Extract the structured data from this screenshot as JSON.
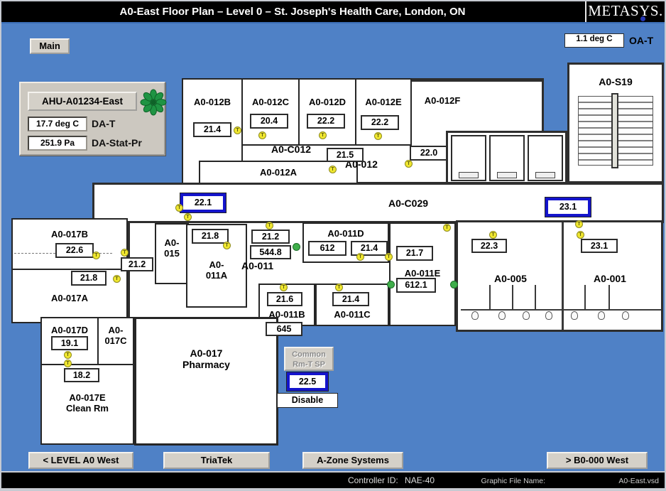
{
  "titlebar": {
    "title": "A0-East Floor Plan – Level 0 – St. Joseph's Health Care, London, ON",
    "logo": "METASYS."
  },
  "toolbar": {
    "main_button": "Main"
  },
  "outdoor": {
    "value": "1.1 deg C",
    "label": "OA-T"
  },
  "ahu": {
    "name_button": "AHU-A01234-East",
    "da_t_value": "17.7 deg C",
    "da_t_label": "DA-T",
    "da_p_value": "251.9 Pa",
    "da_p_label": "DA-Stat-Pr"
  },
  "corridors": {
    "c012": "A0-C012",
    "c029": "A0-C029"
  },
  "rooms": {
    "a0_012b": {
      "label": "A0-012B",
      "temp": "21.4"
    },
    "a0_012c": {
      "label": "A0-012C",
      "temp": "20.4"
    },
    "a0_012d": {
      "label": "A0-012D",
      "temp": "22.2"
    },
    "a0_012e": {
      "label": "A0-012E",
      "temp": "22.2"
    },
    "a0_012f": {
      "label": "A0-012F",
      "temp": "22.0"
    },
    "a0_012": {
      "label": "A0-012",
      "temp": "21.5"
    },
    "a0_012a": {
      "label": "A0-012A"
    },
    "a0_s19": {
      "label": "A0-S19"
    },
    "a0_017b": {
      "label": "A0-017B",
      "temp": "22.6"
    },
    "a0_017a": {
      "label": "A0-017A",
      "temp": "21.8"
    },
    "a0_015": {
      "line1": "A0-",
      "line2": "015",
      "temp": "21.2"
    },
    "a0_011a": {
      "line1": "A0-",
      "line2": "011A",
      "temp": "21.8"
    },
    "a0_011": {
      "label": "A0-011",
      "temp": "21.2",
      "flow": "544.8"
    },
    "a0_011d": {
      "label": "A0-011D",
      "flow": "612",
      "temp": "21.4"
    },
    "a0_011e": {
      "label": "A0-011E",
      "temp": "21.7",
      "flow": "612.1"
    },
    "a0_011b": {
      "label": "A0-011B",
      "temp": "21.6",
      "flow": "645"
    },
    "a0_011c": {
      "label": "A0-011C",
      "temp": "21.4"
    },
    "a0_005": {
      "label": "A0-005",
      "temp": "22.3"
    },
    "a0_001": {
      "label": "A0-001",
      "temp": "23.1"
    },
    "a0_017d": {
      "label": "A0-017D",
      "temp": "19.1"
    },
    "a0_017c": {
      "line1": "A0-",
      "line2": "017C"
    },
    "a0_017e": {
      "line1": "A0-017E",
      "line2": "Clean Rm",
      "temp": "18.2"
    },
    "a0_017": {
      "line1": "A0-017",
      "line2": "Pharmacy"
    }
  },
  "setpoints": {
    "west": "22.1",
    "east": "23.1",
    "common": "22.5"
  },
  "controls": {
    "common_line1": "Common",
    "common_line2": "Rm-T SP",
    "disable": "Disable"
  },
  "nav": {
    "level_a0_west": "< LEVEL A0 West",
    "triatek": "TriaTek",
    "a_zone": "A-Zone Systems",
    "b0_west": "> B0-000 West"
  },
  "statusbar": {
    "controller_label": "Controller ID:",
    "controller_value": "NAE-40",
    "file_label": "Graphic File Name:",
    "file_value": "A0-East.vsd"
  },
  "icons": {
    "sensor_glyph": "T"
  },
  "colors": {
    "background": "#4f81c6",
    "setpoint_border": "#1414cc",
    "fan_green": "#1f9443"
  }
}
